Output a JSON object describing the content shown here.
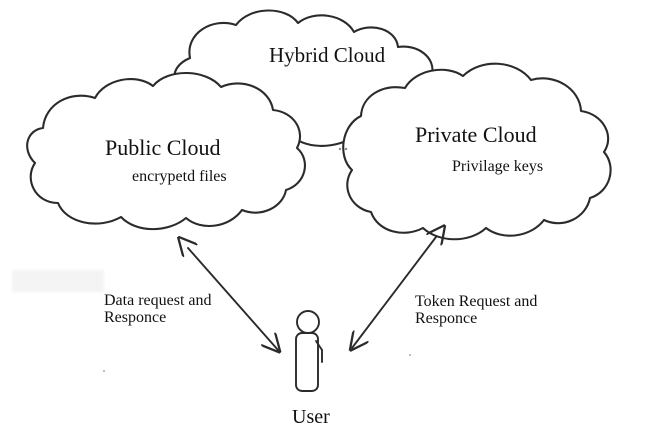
{
  "diagram": {
    "hybrid_cloud": {
      "label": "Hybrid Cloud"
    },
    "public_cloud": {
      "title": "Public Cloud",
      "subtitle": "encrypetd files"
    },
    "private_cloud": {
      "title": "Private Cloud",
      "subtitle": "Privilage keys"
    },
    "left_connection": {
      "label_line_1": "Data request and",
      "label_line_2": "Responce"
    },
    "right_connection": {
      "label_line_1": "Token Request and",
      "label_line_2": "Responce"
    },
    "user": {
      "label": "User"
    }
  }
}
